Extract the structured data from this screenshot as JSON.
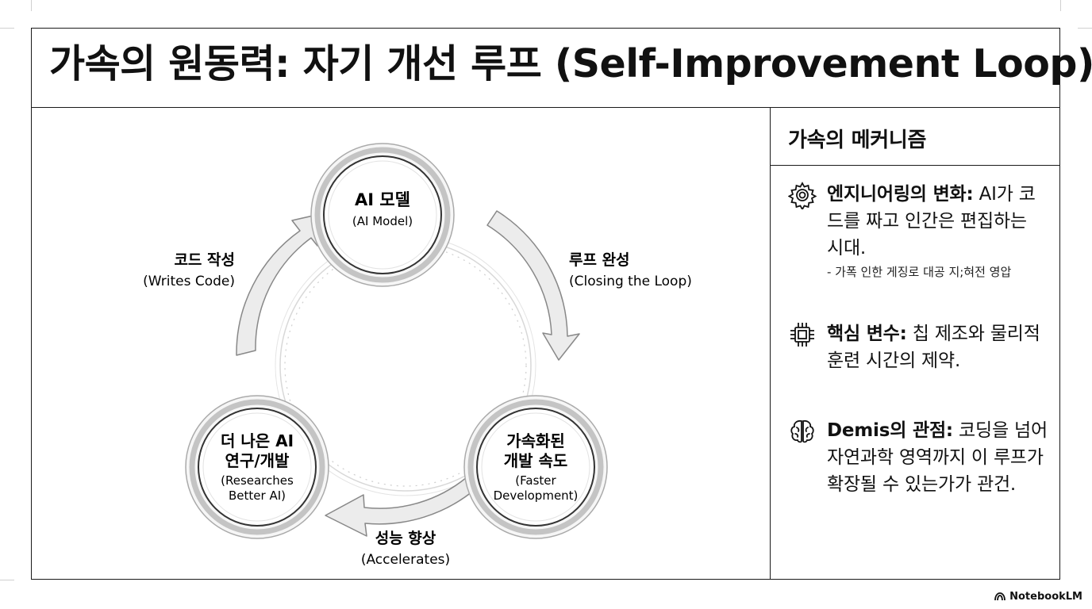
{
  "title": "가속의 원동력: 자기 개선 루프 (Self-Improvement Loop)",
  "nodes": {
    "top": {
      "line1": "AI 모델",
      "line2": "(AI Model)"
    },
    "right": {
      "line1": "가속화된",
      "line2": "개발 속도",
      "line3": "(Faster",
      "line4": "Development)"
    },
    "left": {
      "line1": "더 나은 AI",
      "line2": "연구/개발",
      "line3": "(Researches",
      "line4": "Better AI)"
    }
  },
  "arrows": {
    "left": {
      "ko": "코드 작성",
      "en": "(Writes Code)"
    },
    "right": {
      "ko": "루프 완성",
      "en": "(Closing the Loop)"
    },
    "bottom": {
      "ko": "성능 향상",
      "en": "(Accelerates)"
    }
  },
  "panel": {
    "heading": "가속의 메커니즘",
    "items": [
      {
        "icon": "gear-icon",
        "label": "엔지니어링의 변화:",
        "line1_rest": " AI가 코",
        "line2": "드를 짜고 인간은 편집하는",
        "line3": "시대.",
        "sub": "- 가폭 인한 게징로 대공 지;혀전 영압"
      },
      {
        "icon": "chip-icon",
        "label": "핵심 변수:",
        "line1_rest": " 칩 제조와 물리적",
        "line2": "훈련 시간의 제약."
      },
      {
        "icon": "brain-icon",
        "label": "Demis의 관점:",
        "line1_rest": " 코딩을 넘어",
        "line2": "자연과학 영역까지 이 루프가",
        "line3": "확장될 수 있는가가 관건."
      }
    ]
  },
  "brand": "NotebookLM",
  "colors": {
    "ink": "#111111",
    "ring": "#c4c4c4",
    "arrow_fill": "#ececec",
    "arrow_stroke": "#888888"
  }
}
